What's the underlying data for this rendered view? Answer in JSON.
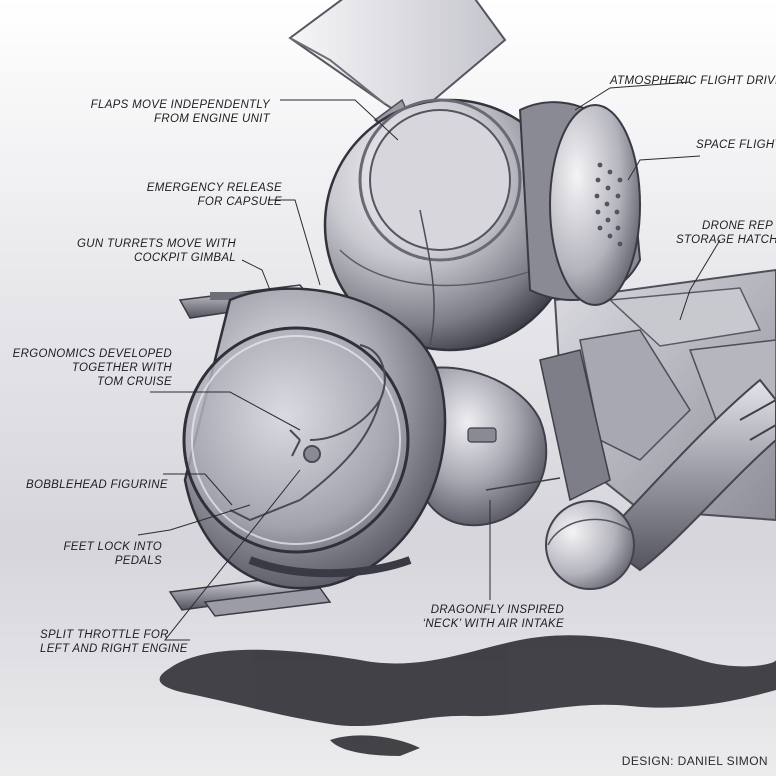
{
  "callouts": [
    {
      "id": "flaps",
      "lines": [
        "FLAPS MOVE INDEPENDENTLY",
        "FROM ENGINE UNIT"
      ]
    },
    {
      "id": "atmo",
      "lines": [
        "ATMOSPHERIC FLIGHT DRIVE"
      ]
    },
    {
      "id": "space",
      "lines": [
        "SPACE FLIGHT"
      ]
    },
    {
      "id": "emergency",
      "lines": [
        "EMERGENCY RELEASE",
        "FOR CAPSULE"
      ]
    },
    {
      "id": "drone",
      "lines": [
        "DRONE REP",
        "STORAGE HATCH"
      ]
    },
    {
      "id": "gun",
      "lines": [
        "GUN TURRETS MOVE WITH",
        "COCKPIT GIMBAL"
      ]
    },
    {
      "id": "ergo",
      "lines": [
        "ERGONOMICS DEVELOPED",
        "TOGETHER WITH",
        "TOM CRUISE"
      ]
    },
    {
      "id": "bobble",
      "lines": [
        "BOBBLEHEAD FIGURINE"
      ]
    },
    {
      "id": "feet",
      "lines": [
        "FEET LOCK INTO",
        "PEDALS"
      ]
    },
    {
      "id": "dragonfly",
      "lines": [
        "DRAGONFLY INSPIRED",
        "‘NECK’ WITH AIR INTAKE"
      ]
    },
    {
      "id": "throttle",
      "lines": [
        "SPLIT THROTTLE FOR",
        "LEFT AND RIGHT ENGINE"
      ]
    }
  ],
  "credit": "DESIGN: DANIEL SIMON",
  "colors": {
    "metal_light": "#f2f2f4",
    "metal_mid": "#b9b9c1",
    "metal_dark": "#4a4a54",
    "ink": "#1e1e22"
  }
}
